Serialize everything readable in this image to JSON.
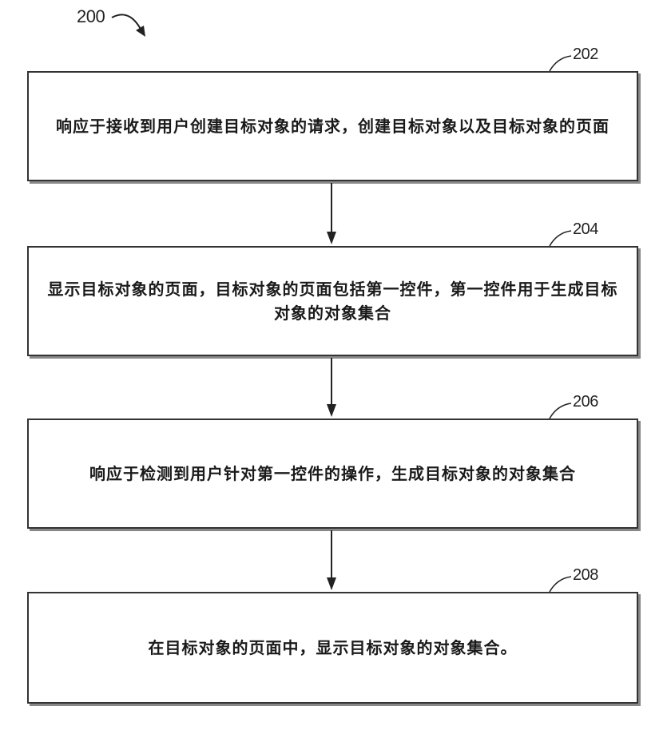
{
  "figure": {
    "label": "200"
  },
  "steps": [
    {
      "ref": "202",
      "text": "响应于接收到用户创建目标对象的请求，创建目标对象以及目标对象的页面"
    },
    {
      "ref": "204",
      "text": "显示目标对象的页面，目标对象的页面包括第一控件，第一控件用于生成目标对象的对象集合"
    },
    {
      "ref": "206",
      "text": "响应于检测到用户针对第一控件的操作，生成目标对象的对象集合"
    },
    {
      "ref": "208",
      "text": "在目标对象的页面中，显示目标对象的对象集合。"
    }
  ]
}
